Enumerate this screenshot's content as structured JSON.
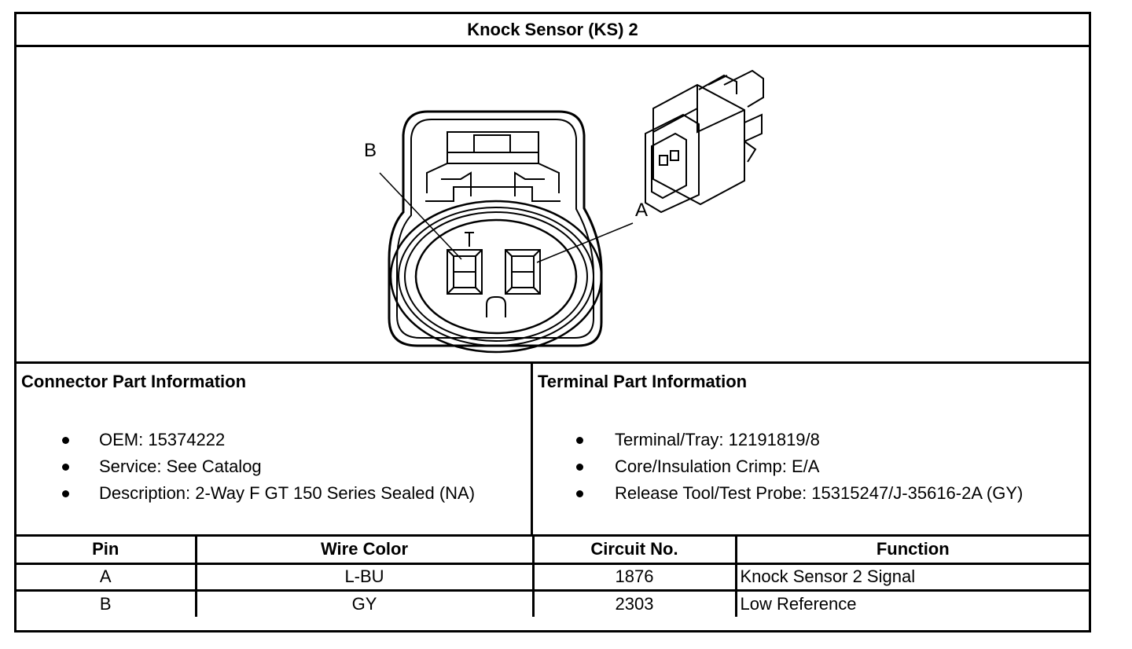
{
  "title": "Knock Sensor (KS) 2",
  "figure": {
    "pin_labels": [
      "B",
      "A"
    ]
  },
  "connector_info": {
    "heading": "Connector Part Information",
    "items": [
      "OEM: 15374222",
      "Service: See Catalog",
      "Description: 2-Way F GT 150 Series Sealed (NA)"
    ]
  },
  "terminal_info": {
    "heading": "Terminal Part Information",
    "items": [
      "Terminal/Tray: 12191819/8",
      "Core/Insulation Crimp: E/A",
      "Release Tool/Test Probe: 15315247/J-35616-2A (GY)"
    ]
  },
  "pin_table": {
    "headers": [
      "Pin",
      "Wire Color",
      "Circuit No.",
      "Function"
    ],
    "rows": [
      [
        "A",
        "L-BU",
        "1876",
        "Knock Sensor 2 Signal"
      ],
      [
        "B",
        "GY",
        "2303",
        "Low Reference"
      ]
    ]
  }
}
